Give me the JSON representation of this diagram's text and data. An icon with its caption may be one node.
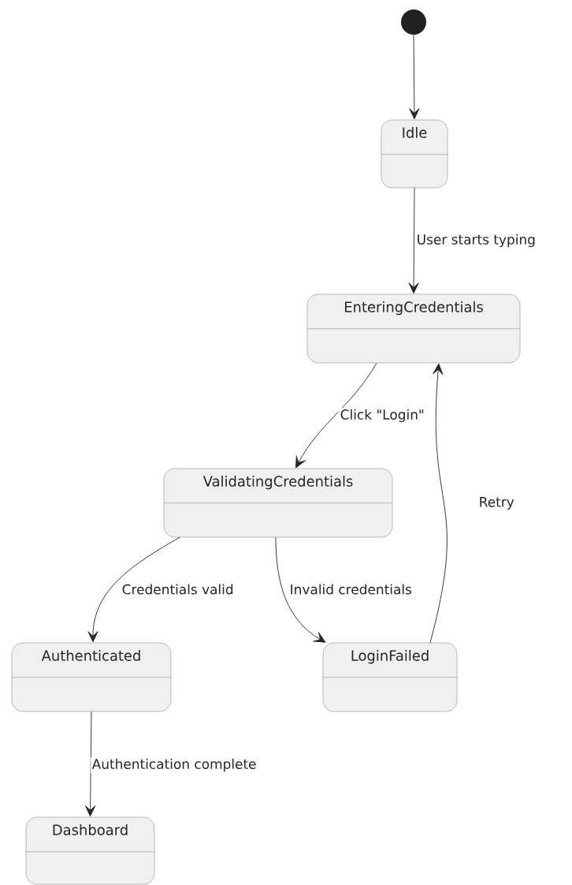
{
  "diagram": {
    "nodes": [
      {
        "text": [],
        "shape": "circle"
      },
      {
        "text": [
          "Idle"
        ]
      },
      {
        "text": [
          "EnteringCredentials"
        ]
      },
      {
        "text": [
          "ValidatingCredentials"
        ]
      },
      {
        "text": [
          "Authenticated"
        ]
      },
      {
        "text": [
          "LoginFailed"
        ]
      },
      {
        "text": [
          "Dashboard"
        ]
      }
    ],
    "edges": [
      {
        "from": 0,
        "to": 1,
        "arrow": "to"
      },
      {
        "from": 1,
        "to": 2,
        "arrow": "to",
        "label": "User starts typing"
      },
      {
        "from": 2,
        "to": 3,
        "arrow": "to",
        "label": "Click \"Login\""
      },
      {
        "from": 3,
        "to": 4,
        "arrow": "to",
        "label": "Credentials valid"
      },
      {
        "from": 3,
        "to": 5,
        "arrow": "to",
        "label": "Invalid credentials"
      },
      {
        "from": 5,
        "to": 2,
        "arrow": "to",
        "label": "Retry"
      },
      {
        "from": 4,
        "to": 6,
        "arrow": "to",
        "label": "Authentication complete"
      }
    ]
  }
}
